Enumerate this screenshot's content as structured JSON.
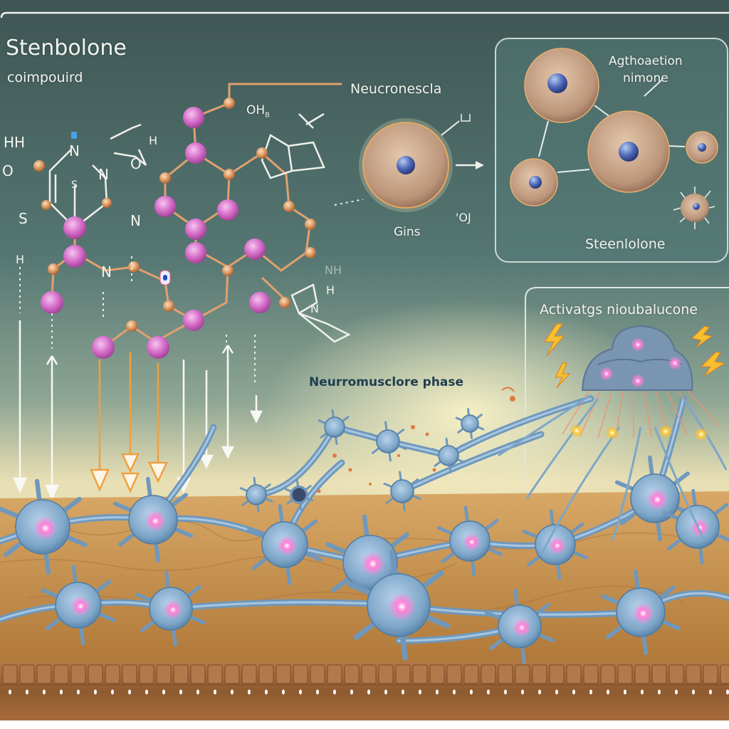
{
  "title": "Stenbolone",
  "subtitle": "coimpouird",
  "labels": {
    "molecule_callout": "Neucronescla",
    "oh_group": "OH",
    "oh_subscript": "B",
    "gins": "Gins",
    "oj": "'OJ",
    "cell_panel_top_line1": "Agthoaetion",
    "cell_panel_top_line2": "nimone",
    "cell_panel_bottom": "Steenlolone",
    "activation_panel": "Activatgs nioubalucone",
    "phase": "Neurromusclore phase"
  },
  "atoms": {
    "hh": "HH",
    "o_left": "O",
    "s_left": "S",
    "n_top": "N",
    "n_right": "N",
    "s_mid": "S",
    "o_ring": "O",
    "h_ring": "H",
    "n_mid": "N",
    "n_center": "N",
    "h_left": "H",
    "nh": "NH",
    "h_lower": "H",
    "n_lower": "N"
  },
  "colors": {
    "background_top": "#3f5855",
    "background_mid": "#5f807c",
    "glow": "#f3e8b8",
    "atom_pink": "#d870d0",
    "atom_orange": "#d99060",
    "cell_tan": "#c9a58a",
    "nucleus_blue": "#4a66b8",
    "neuron_blue": "#7ea6c8",
    "neuron_glow": "#ff6fd0",
    "tissue": "#c08848",
    "muscle": "#9a6232",
    "arrow_white": "#f8f8f4",
    "arrow_orange": "#f0a040"
  },
  "icons": {
    "arrow": "arrow-right-icon",
    "lightning": "lightning-bolt-icon"
  }
}
